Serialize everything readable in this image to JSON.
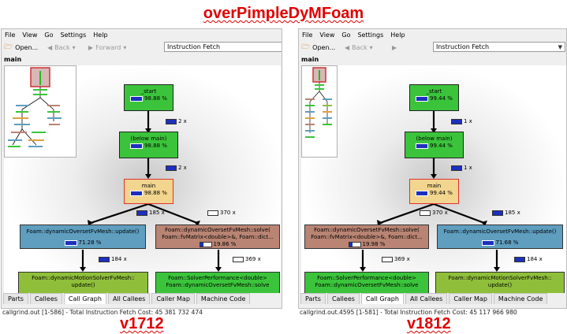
{
  "page_title": "overPimpleDyMFoam",
  "menu": [
    "File",
    "View",
    "Go",
    "Settings",
    "Help"
  ],
  "toolbar": {
    "open": "Open...",
    "back": "Back",
    "forward": "Forward",
    "event": "Instruction Fetch"
  },
  "panel_label": "main",
  "tabs": [
    "Parts",
    "Callees",
    "Call Graph",
    "All Callees",
    "Caller Map",
    "Machine Code"
  ],
  "colors": {
    "green": "#3bc43b",
    "yellow": "#f2d58e",
    "blue": "#5f9ebf",
    "brown": "#b98473",
    "red": "#e00000"
  },
  "left": {
    "status": "callgrind.out [1-586] - Total Instruction Fetch Cost: 45 381 732 474",
    "version": "v1712",
    "nodes": {
      "start": {
        "name": "_start",
        "pct": "98.88 %"
      },
      "below": {
        "name": "(below main)",
        "pct": "98.88 %"
      },
      "main": {
        "name": "main",
        "pct": "98.88 %"
      },
      "update": {
        "name": "Foam::dynamicOversetFvMesh::update()",
        "pct": "71.28 %"
      },
      "solve": {
        "name1": "Foam::dynamicOversetFvMesh::solve(",
        "name2": "Foam::fvMatrix<double>&, Foam::dict...",
        "pct": "19.86 %"
      },
      "motion": {
        "name1": "Foam::dynamicMotionSolverFvMesh::",
        "name2": "update()"
      },
      "perf": {
        "name1": "Foam::SolverPerformance<double>",
        "name2": "Foam::dynamicOversetFvMesh::solve"
      }
    },
    "counts": {
      "c1": "2 x",
      "c2": "2 x",
      "c3": "185 x",
      "c4": "370 x",
      "c5": "184 x",
      "c6": "369 x"
    }
  },
  "right": {
    "status": "callgrind.out.4595 [1-581] - Total Instruction Fetch Cost: 45 117 966 980",
    "version": "v1812",
    "nodes": {
      "start": {
        "name": "_start",
        "pct": "99.44 %"
      },
      "below": {
        "name": "(below main)",
        "pct": "99.44 %"
      },
      "main": {
        "name": "main",
        "pct": "99.44 %"
      },
      "solve": {
        "name1": "Foam::dynamicOversetFvMesh::solve(",
        "name2": "Foam::fvMatrix<double>&, Foam::dict...",
        "pct": "19.98 %"
      },
      "update": {
        "name": "Foam::dynamicOversetFvMesh::update()",
        "pct": "71.68 %"
      },
      "perf": {
        "name1": "Foam::SolverPerformance<double>",
        "name2": "Foam::dynamicOversetFvMesh::solve"
      },
      "motion": {
        "name1": "Foam::dynamicMotionSolverFvMesh::",
        "name2": "update()"
      }
    },
    "counts": {
      "c1": "1 x",
      "c2": "1 x",
      "c3": "185 x",
      "c4": "370 x",
      "c5": "369 x",
      "c6": "184 x"
    }
  }
}
